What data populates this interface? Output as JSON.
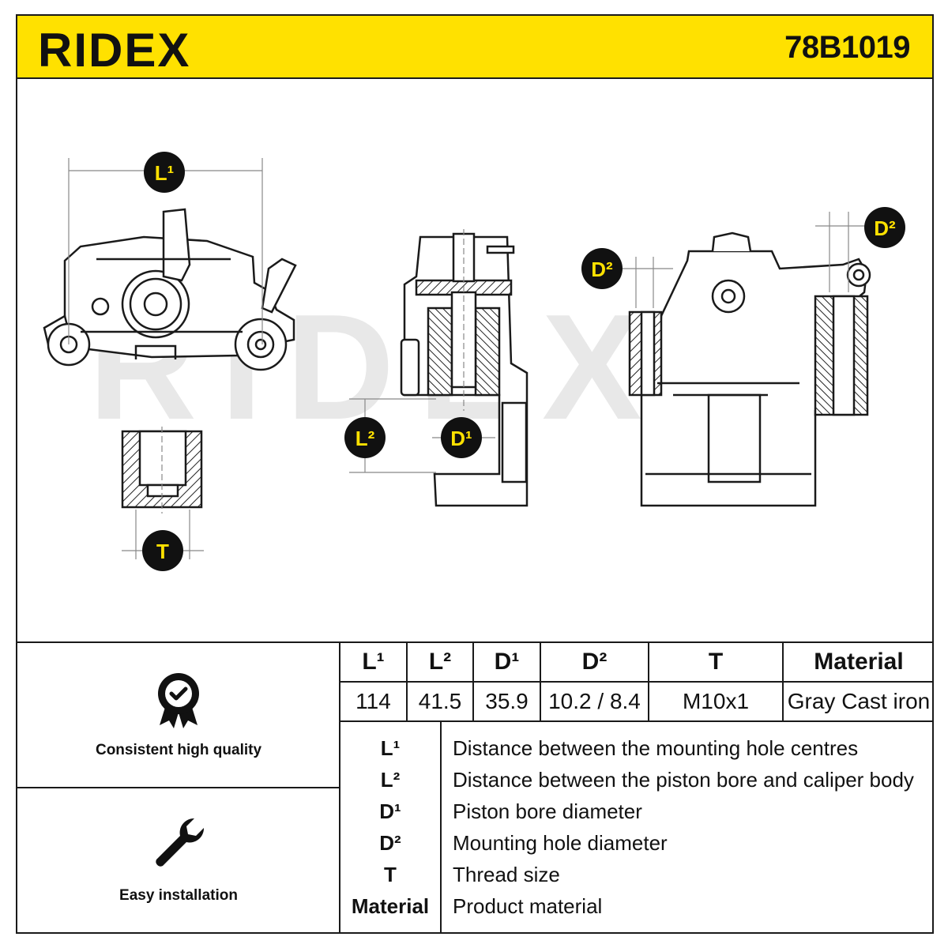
{
  "header": {
    "brand": "RIDEX",
    "part_number": "78B1019",
    "accent_color": "#ffe100"
  },
  "drawing": {
    "watermark": "RIDEX",
    "callouts": {
      "l1": "L¹",
      "l2": "L²",
      "d1": "D¹",
      "d2": "D²",
      "t": "T"
    }
  },
  "specs": {
    "headers": [
      "L¹",
      "L²",
      "D¹",
      "D²",
      "T",
      "Material"
    ],
    "values": [
      "114",
      "41.5",
      "35.9",
      "10.2 / 8.4",
      "M10x1",
      "Gray Cast iron"
    ]
  },
  "legend": [
    {
      "key": "L¹",
      "text": "Distance between the mounting hole centres"
    },
    {
      "key": "L²",
      "text": "Distance between the piston bore and caliper body"
    },
    {
      "key": "D¹",
      "text": "Piston bore diameter"
    },
    {
      "key": "D²",
      "text": "Mounting hole diameter"
    },
    {
      "key": "T",
      "text": "Thread size"
    },
    {
      "key": "Material",
      "text": "Product material"
    }
  ],
  "features": [
    {
      "icon": "quality-badge-icon",
      "label": "Consistent high quality"
    },
    {
      "icon": "wrench-icon",
      "label": "Easy installation"
    }
  ]
}
